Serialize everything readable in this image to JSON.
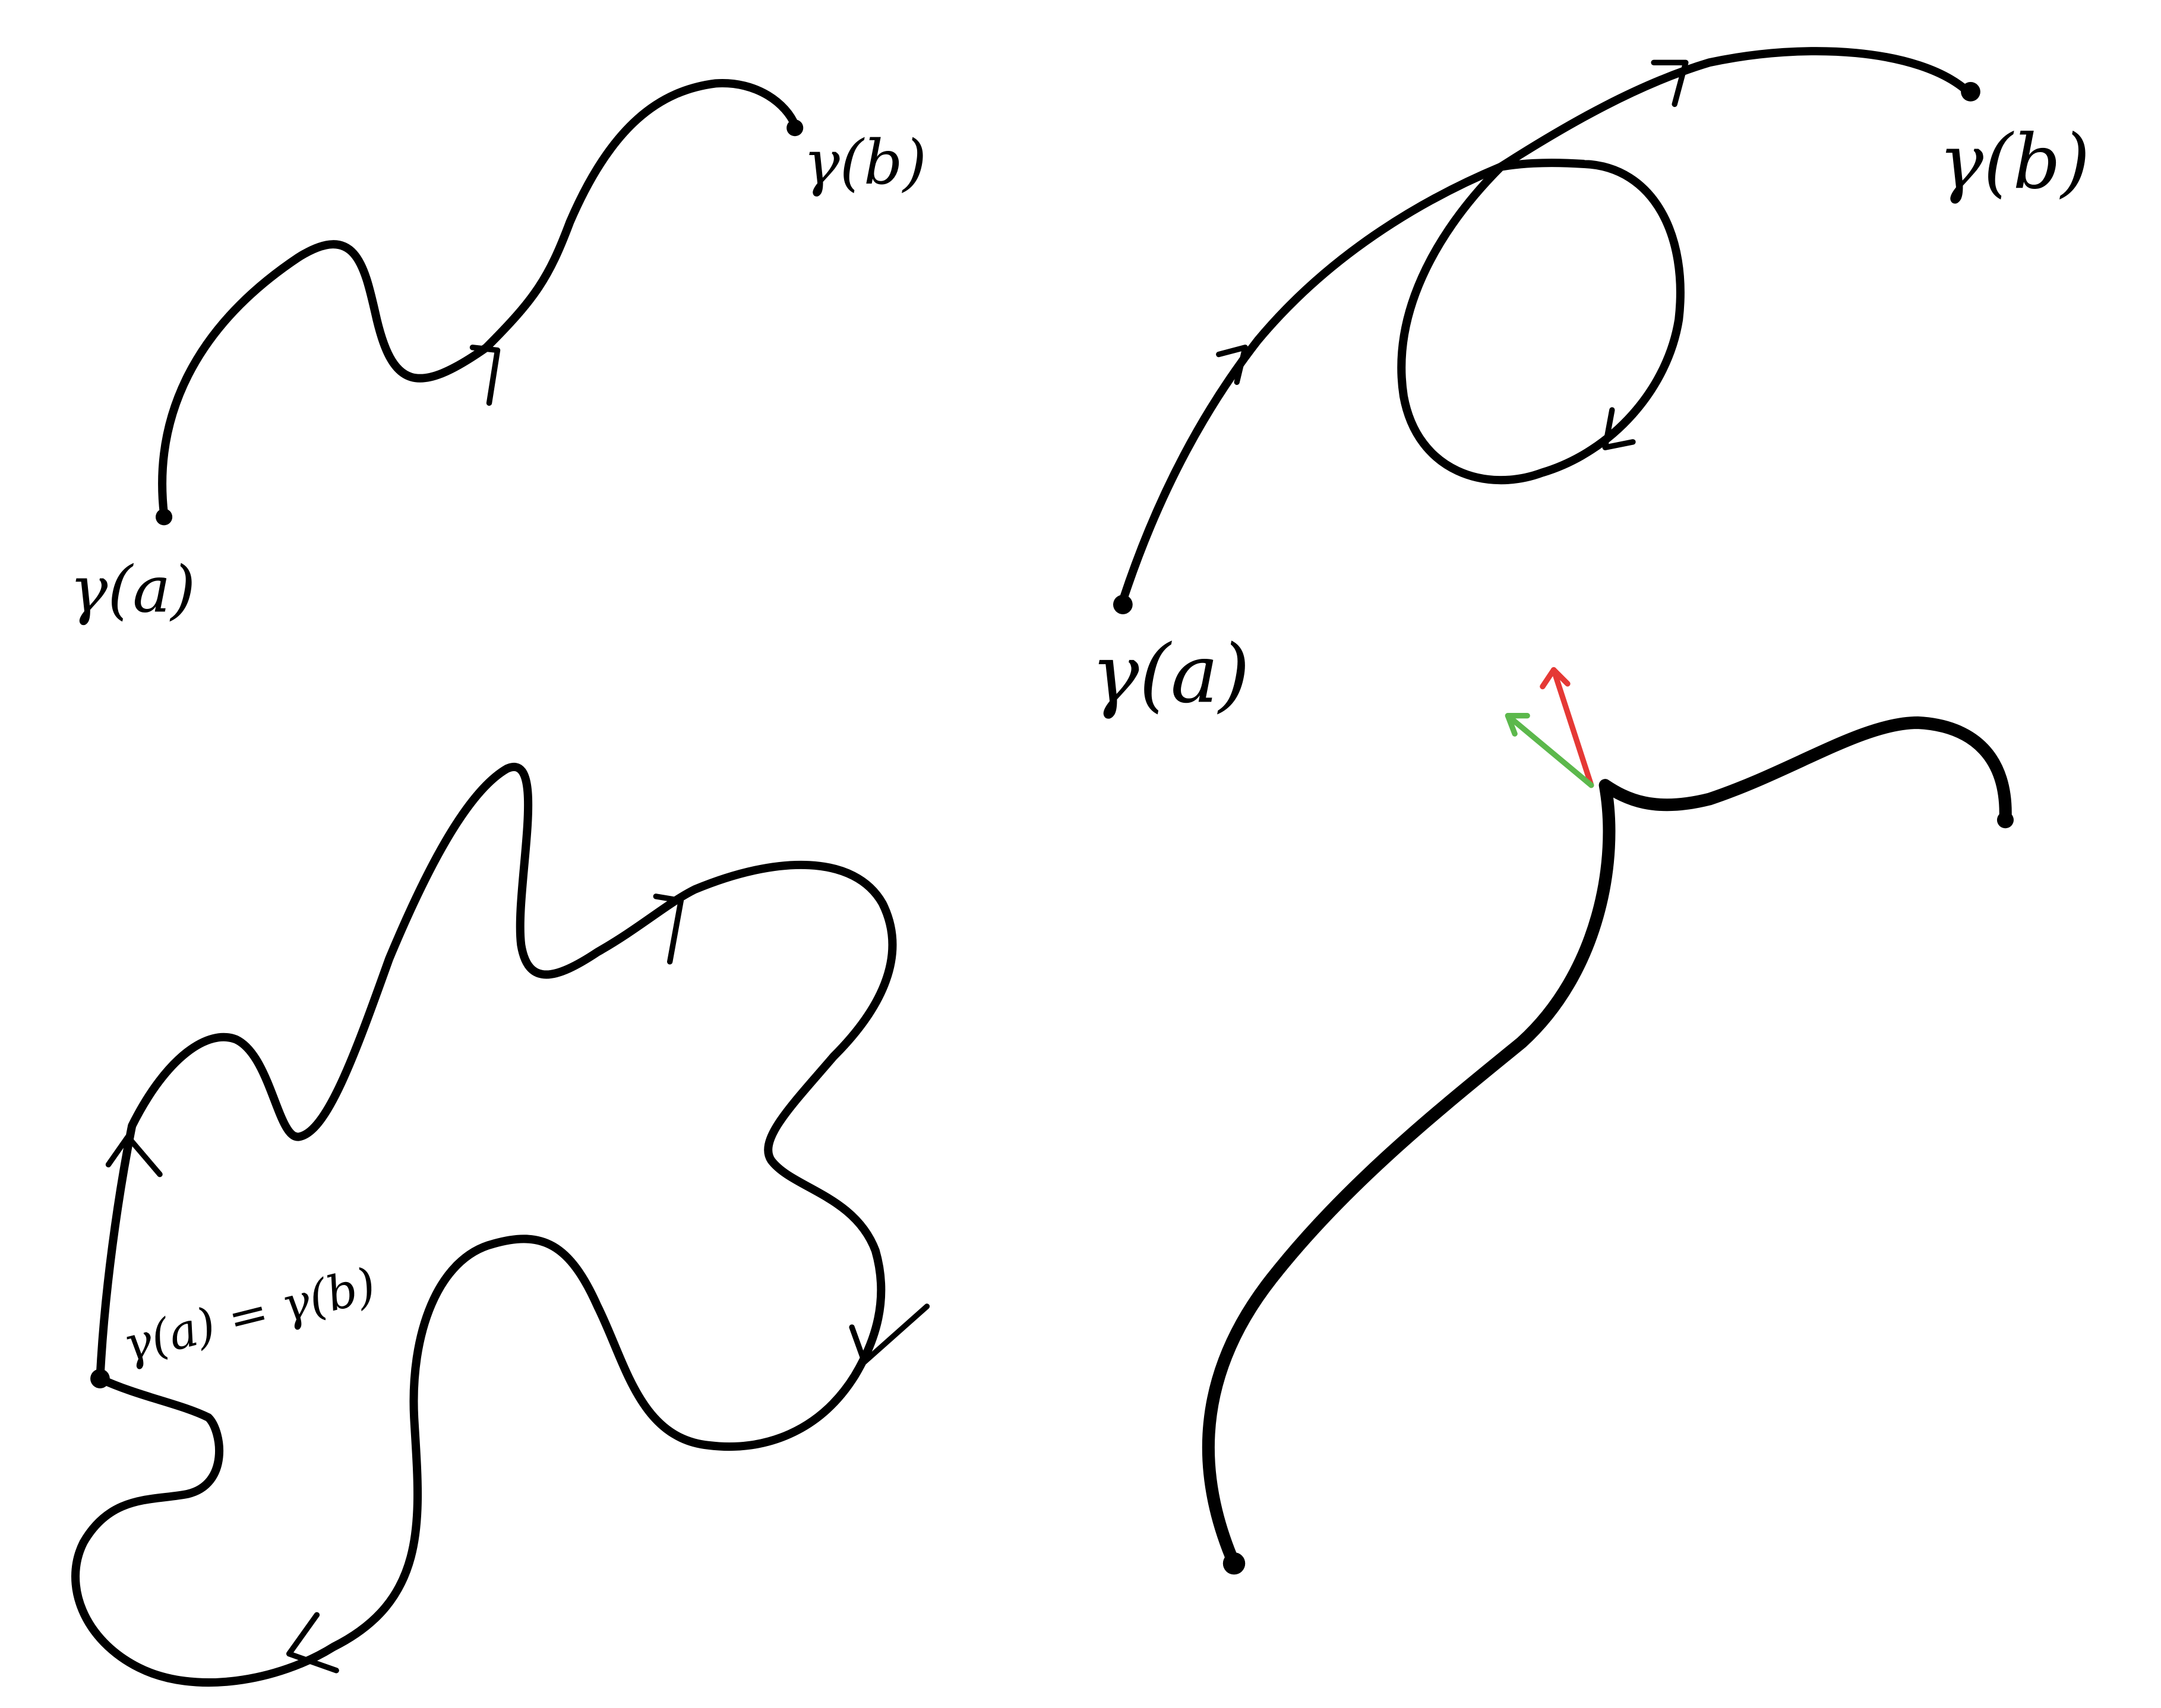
{
  "colors": {
    "ink": "#000000",
    "red_vector": "#e53935",
    "green_vector": "#5cb84c",
    "background": "#ffffff"
  },
  "panels": [
    {
      "name": "simple-path",
      "start_label": "γ(a)",
      "end_label": "γ(b)"
    },
    {
      "name": "self-intersecting-path",
      "start_label": "γ(a)",
      "end_label": "γ(b)"
    },
    {
      "name": "closed-loop",
      "point_label": "γ(a) = γ(b)"
    },
    {
      "name": "cusp-path",
      "vectors": [
        "red-vector",
        "green-vector"
      ]
    }
  ]
}
